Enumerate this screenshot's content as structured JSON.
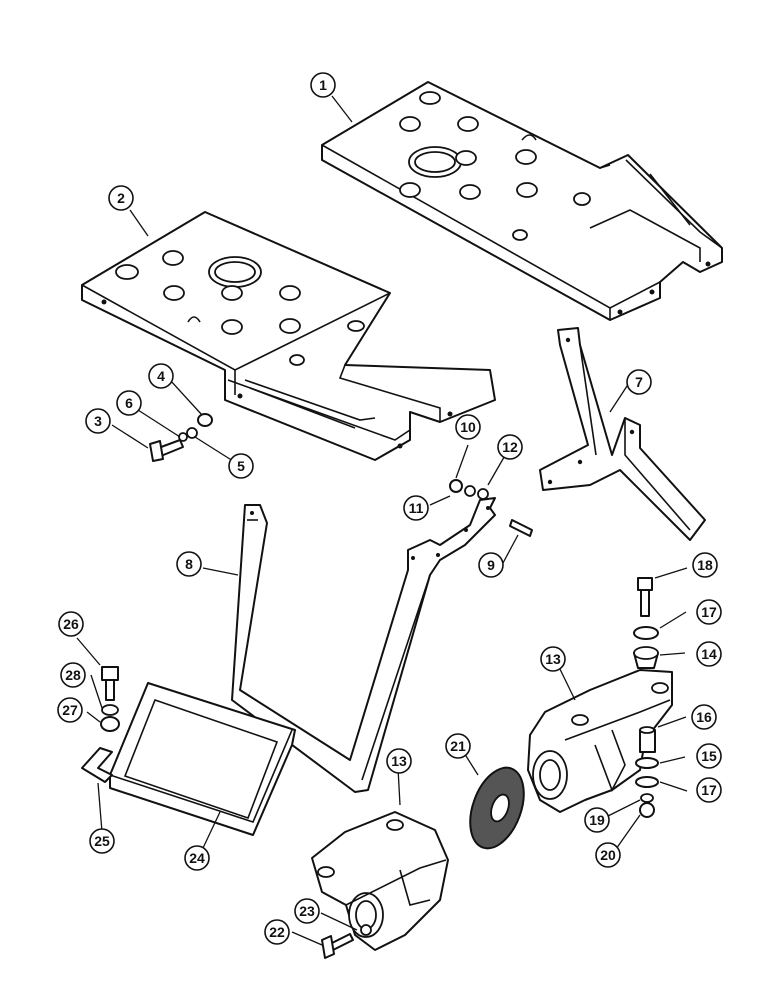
{
  "callouts": [
    {
      "id": "c1",
      "label": "1"
    },
    {
      "id": "c2",
      "label": "2"
    },
    {
      "id": "c3",
      "label": "3"
    },
    {
      "id": "c4",
      "label": "4"
    },
    {
      "id": "c5",
      "label": "5"
    },
    {
      "id": "c6",
      "label": "6"
    },
    {
      "id": "c7",
      "label": "7"
    },
    {
      "id": "c8",
      "label": "8"
    },
    {
      "id": "c9",
      "label": "9"
    },
    {
      "id": "c10",
      "label": "10"
    },
    {
      "id": "c11",
      "label": "11"
    },
    {
      "id": "c12",
      "label": "12"
    },
    {
      "id": "c13a",
      "label": "13"
    },
    {
      "id": "c13b",
      "label": "13"
    },
    {
      "id": "c14",
      "label": "14"
    },
    {
      "id": "c15",
      "label": "15"
    },
    {
      "id": "c16",
      "label": "16"
    },
    {
      "id": "c17a",
      "label": "17"
    },
    {
      "id": "c17b",
      "label": "17"
    },
    {
      "id": "c18",
      "label": "18"
    },
    {
      "id": "c19",
      "label": "19"
    },
    {
      "id": "c20",
      "label": "20"
    },
    {
      "id": "c21",
      "label": "21"
    },
    {
      "id": "c22",
      "label": "22"
    },
    {
      "id": "c23",
      "label": "23"
    },
    {
      "id": "c24",
      "label": "24"
    },
    {
      "id": "c25",
      "label": "25"
    },
    {
      "id": "c26",
      "label": "26"
    },
    {
      "id": "c27",
      "label": "27"
    },
    {
      "id": "c28",
      "label": "28"
    }
  ]
}
